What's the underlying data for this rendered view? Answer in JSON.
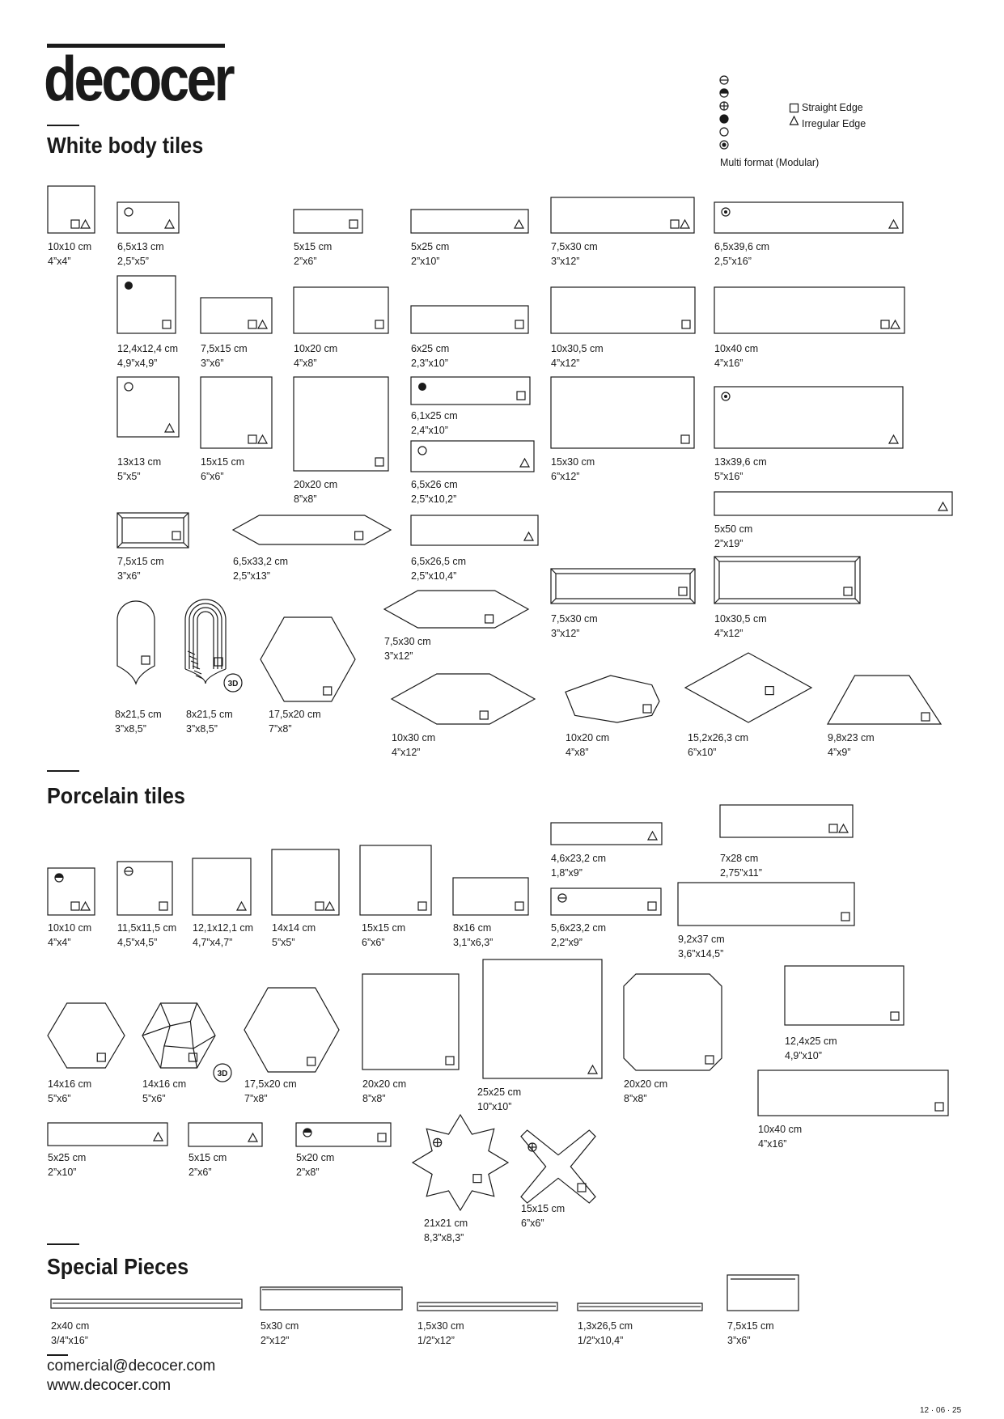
{
  "brand": "decocer",
  "legend": {
    "straight_edge": "Straight Edge",
    "irregular_edge": "Irregular Edge",
    "multi_format": "Multi format (Modular)",
    "finish_icons": [
      "finish-icon-half-minus",
      "finish-icon-half-filled",
      "finish-icon-cross",
      "finish-icon-filled",
      "finish-icon-empty",
      "finish-icon-dot"
    ]
  },
  "sections": {
    "white_body": "White body tiles",
    "porcelain": "Porcelain tiles",
    "special": "Special Pieces"
  },
  "tiles": [
    {
      "cm": "10x10 cm",
      "in": "4”x4”"
    },
    {
      "cm": "6,5x13 cm",
      "in": "2,5”x5”"
    },
    {
      "cm": "5x15 cm",
      "in": "2”x6”"
    },
    {
      "cm": "5x25 cm",
      "in": "2”x10”"
    },
    {
      "cm": "7,5x30 cm",
      "in": "3”x12”"
    },
    {
      "cm": "6,5x39,6 cm",
      "in": "2,5”x16”"
    },
    {
      "cm": "12,4x12,4 cm",
      "in": "4,9”x4,9”"
    },
    {
      "cm": "7,5x15 cm",
      "in": "3”x6”"
    },
    {
      "cm": "10x20 cm",
      "in": "4”x8”"
    },
    {
      "cm": "6x25 cm",
      "in": "2,3”x10”"
    },
    {
      "cm": "10x30,5 cm",
      "in": "4”x12”"
    },
    {
      "cm": "10x40 cm",
      "in": "4”x16”"
    },
    {
      "cm": "13x13 cm",
      "in": "5”x5”"
    },
    {
      "cm": "15x15 cm",
      "in": "6”x6”"
    },
    {
      "cm": "20x20 cm",
      "in": "8”x8”"
    },
    {
      "cm": "6,1x25 cm",
      "in": "2,4”x10”"
    },
    {
      "cm": "6,5x26 cm",
      "in": "2,5”x10,2”"
    },
    {
      "cm": "15x30 cm",
      "in": "6”x12”"
    },
    {
      "cm": "13x39,6 cm",
      "in": "5”x16”"
    },
    {
      "cm": "5x50 cm",
      "in": "2”x19”"
    },
    {
      "cm": "7,5x15 cm",
      "in": "3”x6”"
    },
    {
      "cm": "6,5x33,2 cm",
      "in": "2,5”x13”"
    },
    {
      "cm": "6,5x26,5 cm",
      "in": "2,5”x10,4”"
    },
    {
      "cm": "7,5x30 cm",
      "in": "3”x12”"
    },
    {
      "cm": "10x30,5 cm",
      "in": "4”x12”"
    },
    {
      "cm": "7,5x30 cm",
      "in": "3”x12”"
    },
    {
      "cm": "8x21,5 cm",
      "in": "3”x8,5”"
    },
    {
      "cm": "8x21,5 cm",
      "in": "3”x8,5”"
    },
    {
      "cm": "17,5x20 cm",
      "in": "7”x8”"
    },
    {
      "cm": "10x30 cm",
      "in": "4”x12”"
    },
    {
      "cm": "10x20 cm",
      "in": "4”x8”"
    },
    {
      "cm": "15,2x26,3 cm",
      "in": "6”x10”"
    },
    {
      "cm": "9,8x23 cm",
      "in": "4”x9”"
    },
    {
      "cm": "4,6x23,2 cm",
      "in": "1,8”x9”"
    },
    {
      "cm": "7x28 cm",
      "in": "2,75”x11”"
    },
    {
      "cm": "10x10 cm",
      "in": "4”x4”"
    },
    {
      "cm": "11,5x11,5 cm",
      "in": "4,5”x4,5”"
    },
    {
      "cm": "12,1x12,1 cm",
      "in": "4,7”x4,7”"
    },
    {
      "cm": "14x14 cm",
      "in": "5”x5”"
    },
    {
      "cm": "15x15 cm",
      "in": "6”x6”"
    },
    {
      "cm": "8x16 cm",
      "in": "3,1”x6,3”"
    },
    {
      "cm": "5,6x23,2 cm",
      "in": "2,2”x9”"
    },
    {
      "cm": "9,2x37 cm",
      "in": "3,6”x14,5”"
    },
    {
      "cm": "14x16 cm",
      "in": "5”x6”"
    },
    {
      "cm": "14x16 cm",
      "in": "5”x6”"
    },
    {
      "cm": "17,5x20 cm",
      "in": "7”x8”"
    },
    {
      "cm": "20x20 cm",
      "in": "8”x8”"
    },
    {
      "cm": "25x25 cm",
      "in": "10”x10”"
    },
    {
      "cm": "20x20 cm",
      "in": "8”x8”"
    },
    {
      "cm": "12,4x25 cm",
      "in": "4,9”x10”"
    },
    {
      "cm": "10x40 cm",
      "in": "4”x16”"
    },
    {
      "cm": "5x25 cm",
      "in": "2”x10”"
    },
    {
      "cm": "5x15 cm",
      "in": "2”x6”"
    },
    {
      "cm": "5x20 cm",
      "in": "2”x8”"
    },
    {
      "cm": "21x21 cm",
      "in": "8,3”x8,3”"
    },
    {
      "cm": "15x15 cm",
      "in": "6”x6”"
    },
    {
      "cm": "2x40 cm",
      "in": "3/4”x16”"
    },
    {
      "cm": "5x30 cm",
      "in": "2”x12”"
    },
    {
      "cm": "1,5x30 cm",
      "in": "1/2”x12”"
    },
    {
      "cm": "1,3x26,5 cm",
      "in": "1/2”x10,4”"
    },
    {
      "cm": "7,5x15 cm",
      "in": "3”x6”"
    }
  ],
  "badge_3d": "3D",
  "contact": {
    "email": "comercial@decocer.com",
    "website": "www.decocer.com"
  },
  "date": "12 · 06 · 25"
}
